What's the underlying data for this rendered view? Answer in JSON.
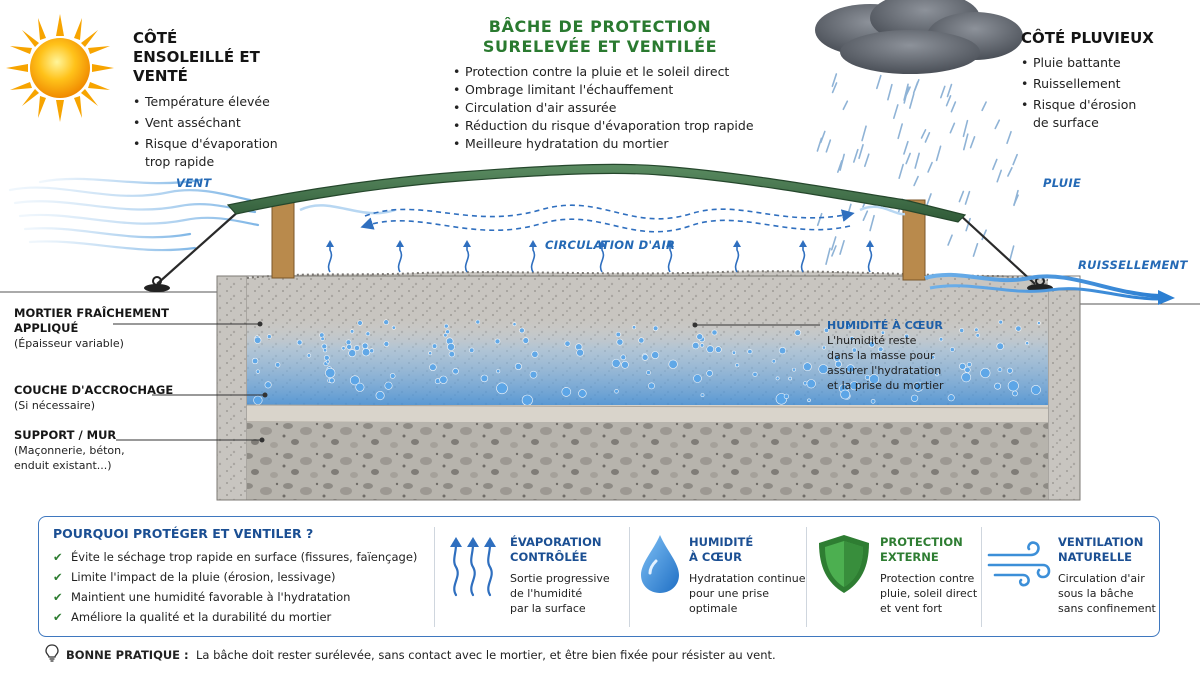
{
  "sunny": {
    "title": "CÔTÉ ENSOLEILLÉ ET VENTÉ",
    "items": [
      "Température élevée",
      "Vent asséchant",
      "Risque d'évaporation trop rapide"
    ]
  },
  "main": {
    "title_line1": "BÂCHE DE PROTECTION",
    "title_line2": "SURELEVÉE ET VENTILÉE",
    "items": [
      "Protection contre la pluie et le soleil direct",
      "Ombrage limitant l'échauffement",
      "Circulation d'air assurée",
      "Réduction du risque d'évaporation trop rapide",
      "Meilleure hydratation du mortier"
    ]
  },
  "rainy": {
    "title": "CÔTÉ PLUVIEUX",
    "items": [
      "Pluie battante",
      "Ruissellement",
      "Risque d'érosion de surface"
    ]
  },
  "diagram": {
    "vent": "VENT",
    "pluie": "PLUIE",
    "circulation": "CIRCULATION D'AIR",
    "ruissellement": "RUISSELLEMENT"
  },
  "layers": {
    "mortier_title_1": "MORTIER FRAÎCHEMENT",
    "mortier_title_2": "APPLIQUÉ",
    "mortier_sub": "(Épaisseur variable)",
    "accroche_title": "COUCHE D'ACCROCHAGE",
    "accroche_sub": "(Si nécessaire)",
    "support_title": "SUPPORT / MUR",
    "support_sub_1": "(Maçonnerie, béton,",
    "support_sub_2": "enduit existant...)"
  },
  "humidity_note": {
    "title": "HUMIDITÉ À CŒUR",
    "line1": "L'humidité reste",
    "line2": "dans la masse pour",
    "line3": "assurer l'hydratation",
    "line4": "et la prise du mortier"
  },
  "panel": {
    "title": "POURQUOI PROTÉGER ET VENTILER ?",
    "checks": [
      "Évite le séchage trop rapide en surface (fissures, faïençage)",
      "Limite l'impact de la pluie (érosion, lessivage)",
      "Maintient une humidité favorable à l'hydratation",
      "Améliore la qualité et la durabilité du mortier"
    ],
    "features": [
      {
        "icon": "evaporation-arrows-icon",
        "title1": "ÉVAPORATION",
        "title2": "CONTRÔLÉE",
        "text1": "Sortie progressive",
        "text2": "de l'humidité",
        "text3": "par la surface",
        "color": "#1b4f93"
      },
      {
        "icon": "water-drop-icon",
        "title1": "HUMIDITÉ",
        "title2": "À CŒUR",
        "text1": "Hydratation continue",
        "text2": "pour une prise",
        "text3": "optimale",
        "color": "#1b4f93"
      },
      {
        "icon": "green-shield-icon",
        "title1": "PROTECTION",
        "title2": "EXTERNE",
        "text1": "Protection contre",
        "text2": "pluie, soleil direct",
        "text3": "et vent fort",
        "color": "#2e7d32"
      },
      {
        "icon": "wind-icon",
        "title1": "VENTILATION",
        "title2": "NATURELLE",
        "text1": "Circulation d'air",
        "text2": "sous la bâche",
        "text3": "sans confinement",
        "color": "#1b4f93"
      }
    ]
  },
  "tip": {
    "label": "BONNE PRATIQUE :",
    "text": "La bâche doit rester surélevée, sans contact avec le mortier, et être bien fixée pour résister au vent."
  },
  "colors": {
    "accent_blue": "#1b4f93",
    "accent_green": "#2e7d32",
    "tarp_green": "#3f6e47",
    "water_blue": "#3c8fd8"
  }
}
